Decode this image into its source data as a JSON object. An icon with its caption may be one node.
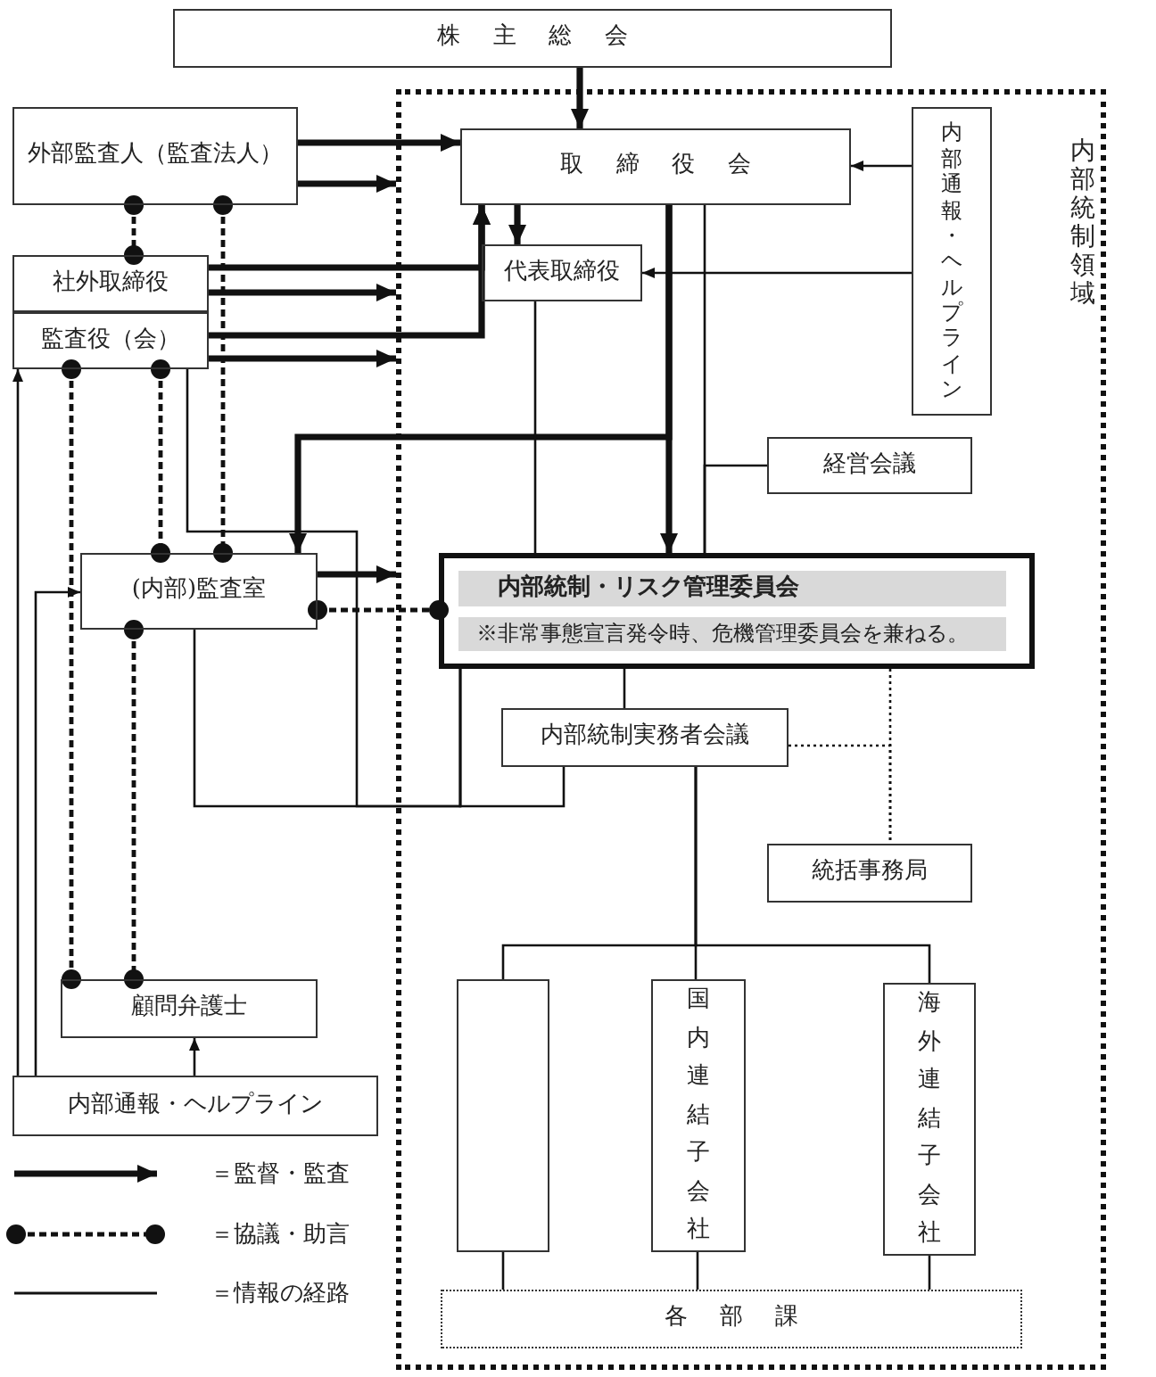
{
  "diagram": {
    "nodes": [
      {
        "text": [
          "株主総会"
        ]
      },
      {
        "text": [
          "内部統制領域"
        ]
      },
      {
        "text": [
          "外部監査人（監査法人）"
        ]
      },
      {
        "text": [
          "社外取締役"
        ]
      },
      {
        "text": [
          "監査役（会）"
        ]
      },
      {
        "text": [
          "取締役会"
        ],
        "in": 1
      },
      {
        "text": [
          "代表取締役"
        ],
        "in": 1
      },
      {
        "text": [
          "内部通報・ヘルプライン"
        ],
        "in": 1
      },
      {
        "text": [
          "経営会議"
        ],
        "in": 1
      },
      {
        "text": [
          "(内部)監査室"
        ]
      },
      {
        "text": [
          "内部統制・リスク管理委員会",
          "※非常事態宣言発令時、危機管理委員会を兼ねる。"
        ],
        "in": 1
      },
      {
        "text": [
          "内部統制実務者会議"
        ],
        "in": 1
      },
      {
        "text": [
          "統括事務局"
        ],
        "in": 1
      },
      {
        "text": [],
        "shape": "box",
        "in": 1
      },
      {
        "text": [
          "国内連結子会社"
        ],
        "in": 1
      },
      {
        "text": [
          "海外連結子会社"
        ],
        "in": 1
      },
      {
        "text": [
          "各部課"
        ],
        "in": 1
      },
      {
        "text": [
          "顧問弁護士"
        ]
      },
      {
        "text": [
          "内部通報・ヘルプライン"
        ]
      }
    ],
    "edges": [
      {
        "from": 0,
        "to": 5,
        "arrow": "to",
        "style": "thick"
      },
      {
        "from": 2,
        "to": 5,
        "arrow": "to",
        "style": "thick"
      },
      {
        "from": 2,
        "to": 1,
        "arrow": "to",
        "style": "thick"
      },
      {
        "from": 3,
        "to": 5,
        "arrow": "to",
        "style": "thick"
      },
      {
        "from": 4,
        "to": 5,
        "arrow": "to",
        "style": "thick"
      },
      {
        "from": 3,
        "to": 1,
        "arrow": "to",
        "style": "thick"
      },
      {
        "from": 4,
        "to": 1,
        "arrow": "to",
        "style": "thick"
      },
      {
        "from": 5,
        "to": 6,
        "arrow": "to",
        "style": "thick"
      },
      {
        "from": 7,
        "to": 5,
        "arrow": "to"
      },
      {
        "from": 7,
        "to": 6,
        "arrow": "to"
      },
      {
        "from": 5,
        "to": 10,
        "arrow": "to",
        "style": "thick"
      },
      {
        "from": 5,
        "to": 9,
        "arrow": "to",
        "style": "thick"
      },
      {
        "from": 5,
        "to": 10,
        "arrow": "none"
      },
      {
        "from": 8,
        "to": 10,
        "arrow": "none"
      },
      {
        "from": 6,
        "to": 10,
        "arrow": "none"
      },
      {
        "from": 9,
        "to": 1,
        "arrow": "to",
        "style": "thick"
      },
      {
        "from": 9,
        "to": 10,
        "arrow": "other",
        "style": "dashed"
      },
      {
        "from": 10,
        "to": 11,
        "arrow": "none"
      },
      {
        "from": 4,
        "to": 10,
        "arrow": "none"
      },
      {
        "from": 9,
        "to": 10,
        "arrow": "none"
      },
      {
        "from": 11,
        "to": 10,
        "arrow": "none"
      },
      {
        "from": 10,
        "to": 12,
        "arrow": "none",
        "style": "dashed"
      },
      {
        "from": 11,
        "to": 12,
        "arrow": "none",
        "style": "dashed"
      },
      {
        "from": 11,
        "to": 13,
        "arrow": "none"
      },
      {
        "from": 11,
        "to": 14,
        "arrow": "none"
      },
      {
        "from": 11,
        "to": 15,
        "arrow": "none"
      },
      {
        "from": 13,
        "to": 16,
        "arrow": "none"
      },
      {
        "from": 14,
        "to": 16,
        "arrow": "none"
      },
      {
        "from": 15,
        "to": 16,
        "arrow": "none"
      },
      {
        "from": 18,
        "to": 17,
        "arrow": "to"
      },
      {
        "from": 18,
        "to": 9,
        "arrow": "to"
      },
      {
        "from": 18,
        "to": 4,
        "arrow": "to"
      },
      {
        "from": 2,
        "to": 3,
        "arrow": "other",
        "style": "dashed"
      },
      {
        "from": 2,
        "to": 9,
        "arrow": "other",
        "style": "dashed"
      },
      {
        "from": 4,
        "to": 9,
        "arrow": "other",
        "style": "dashed"
      },
      {
        "from": 4,
        "to": 17,
        "arrow": "other",
        "style": "dashed"
      },
      {
        "from": 9,
        "to": 17,
        "arrow": "other",
        "style": "dashed"
      }
    ],
    "legend": [
      {
        "text": "＝監督・監査"
      },
      {
        "text": "＝協議・助言"
      },
      {
        "text": "＝情報の経路"
      }
    ]
  }
}
